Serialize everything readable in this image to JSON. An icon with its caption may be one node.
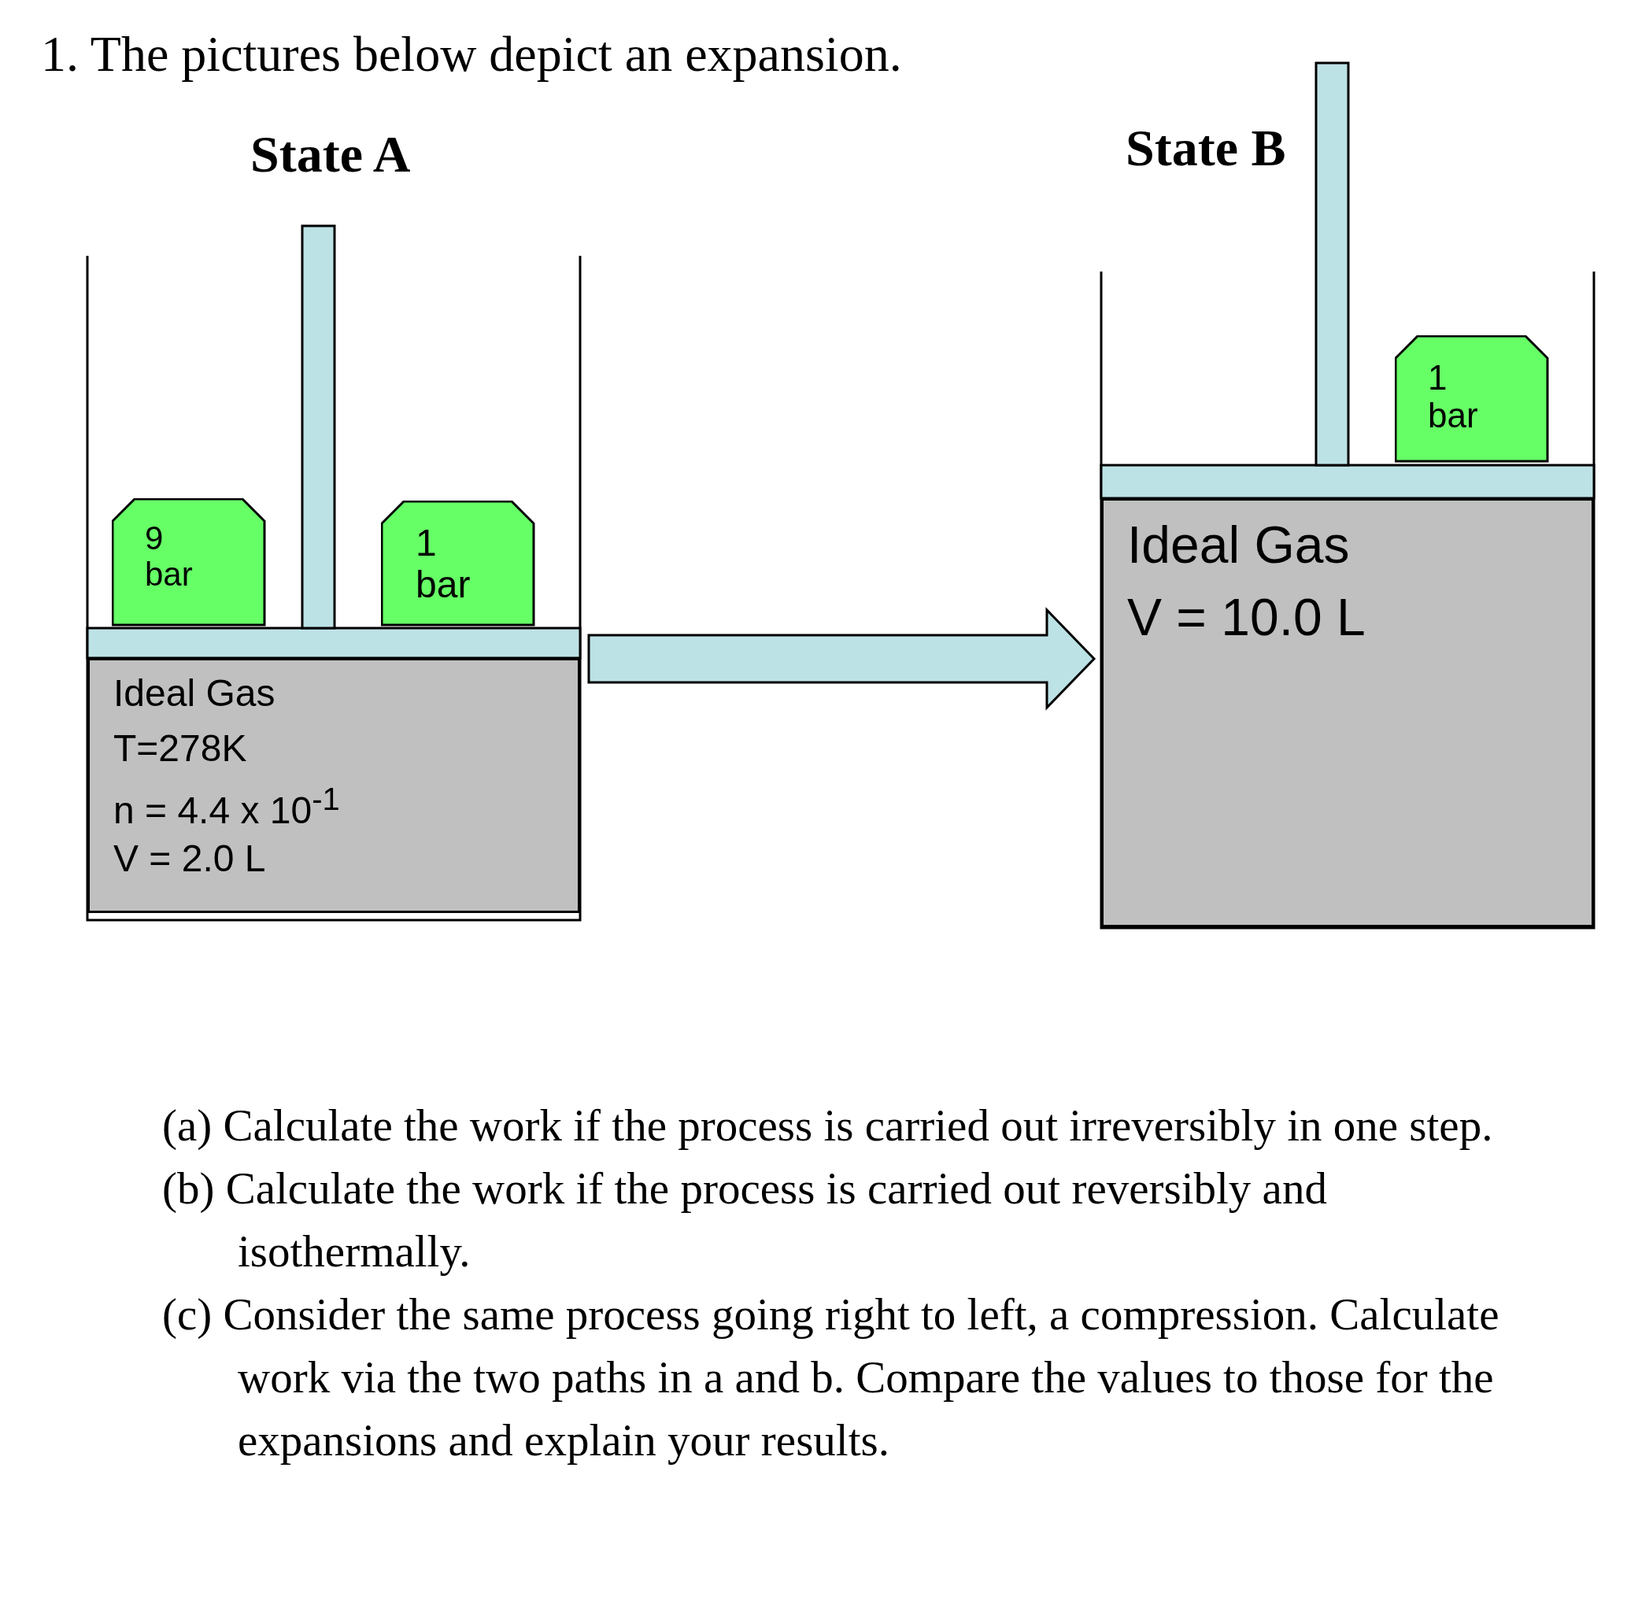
{
  "diagram": {
    "title": "1. The pictures below depict an expansion.",
    "nodes": [
      {
        "text": [
          "State A"
        ]
      },
      {
        "text": [
          "Ideal Gas",
          "T=278K",
          "n = 4.4 x 10$^{-1}$",
          "V = 2.0 L"
        ],
        "in": 0
      },
      {
        "text": [
          "9 bar"
        ],
        "in": 0
      },
      {
        "text": [
          "1 bar"
        ],
        "in": 0
      },
      {
        "text": [
          "State B"
        ]
      },
      {
        "text": [
          "Ideal Gas",
          "V = 10.0 L"
        ],
        "in": 4
      },
      {
        "text": [
          "1 bar"
        ],
        "in": 4
      }
    ],
    "edges": [
      {
        "from": 0,
        "to": 4,
        "arrow": "to"
      }
    ],
    "labels": [
      "(a) Calculate the work if the process is carried out irreversibly in one step.",
      "(b) Calculate the work if the process is carried out reversibly and isothermally.",
      "(c) Consider the same process going right to left, a compression. Calculate work via the two paths in a and b. Compare the values to those for the expansions and explain your results."
    ]
  }
}
